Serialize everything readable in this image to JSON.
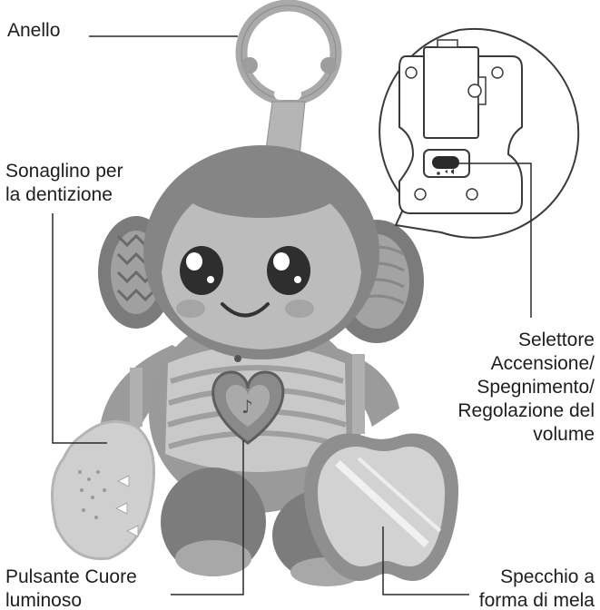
{
  "colors": {
    "fur": "#8d8d8d",
    "fur_dark": "#6e6e6e",
    "face": "#bdbdbd",
    "body_light": "#c8c8c8",
    "line": "#2a2a2a",
    "inset_line": "#3a3a3a",
    "background": "#ffffff"
  },
  "labels": {
    "ring": "Anello",
    "teether": "Sonaglino per\nla dentizione",
    "switch": "Selettore\nAccensione/\nSpegnimento/\nRegolazione del\nvolume",
    "heart_button": "Pulsante Cuore\nluminoso",
    "mirror": "Specchio a\nforma di mela"
  },
  "icons": [
    "monkey-toy",
    "ring",
    "teether-mitten",
    "heart-button",
    "apple-mirror",
    "battery-compartment",
    "slide-switch"
  ]
}
